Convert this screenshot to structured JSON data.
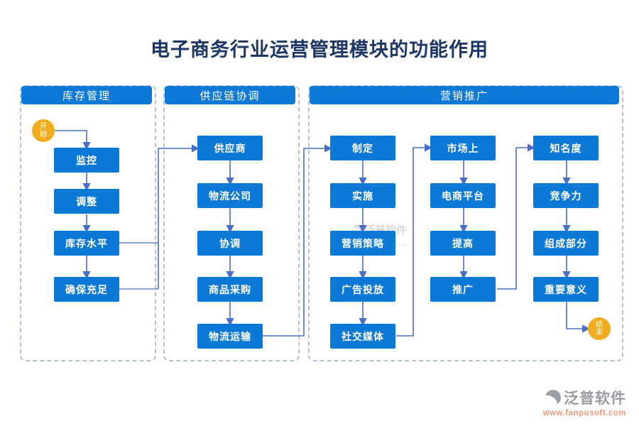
{
  "title": "电子商务行业运营管理模块的功能作用",
  "sections": [
    {
      "label": "库存管理"
    },
    {
      "label": "供应链协调"
    },
    {
      "label": "营销推广"
    }
  ],
  "flow": {
    "start": "开始",
    "end": "结束",
    "col1": [
      "监控",
      "调整",
      "库存水平",
      "确保充足"
    ],
    "col2": [
      "供应商",
      "物流公司",
      "协调",
      "商品采购",
      "物流运输"
    ],
    "col3": [
      "制定",
      "实施",
      "营销策略",
      "广告投放",
      "社交媒体"
    ],
    "col4": [
      "市场上",
      "电商平台",
      "提高",
      "推广"
    ],
    "col5": [
      "知名度",
      "竞争力",
      "组成部分",
      "重要意义"
    ]
  },
  "branding": {
    "name": "泛普软件",
    "url": "www.fanpusoft.com"
  },
  "colors": {
    "node_blue": "#0d79d6",
    "connector_blue": "#4a6ec5",
    "terminal_yellow": "#f0ac1c",
    "section_border": "#b3c2da",
    "title_navy": "#1c3766",
    "brand_gray": "#9a9aa2",
    "brand_url_salmon": "#e8997e"
  }
}
